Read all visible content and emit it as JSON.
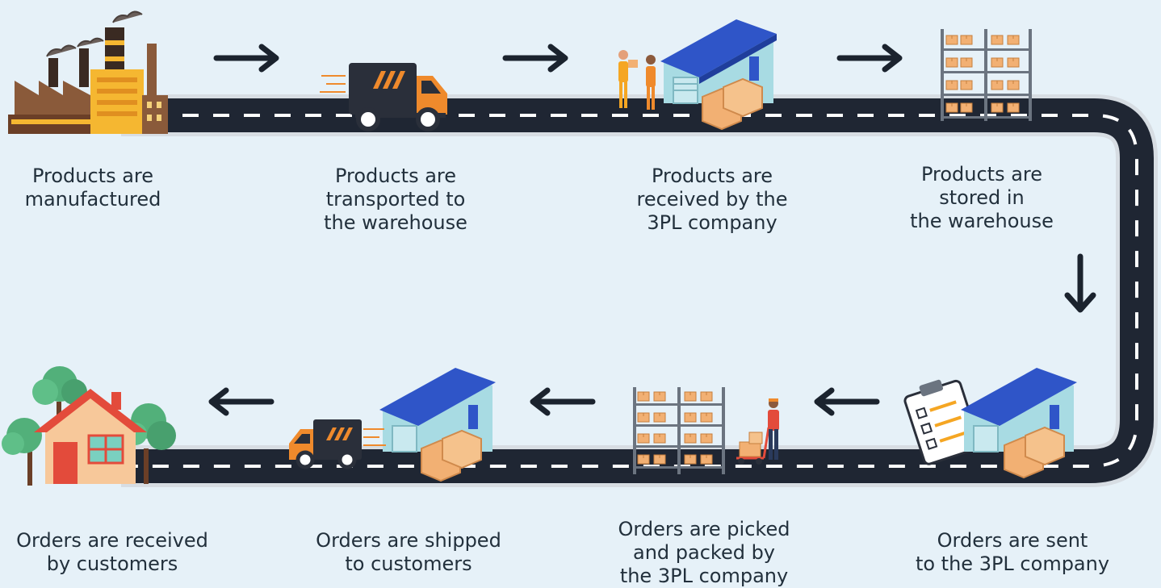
{
  "steps": {
    "manufactured": {
      "label": "Products are\nmanufactured"
    },
    "transported": {
      "label": "Products are\ntransported to\nthe warehouse"
    },
    "received": {
      "label": "Products are\nreceived by the\n3PL company"
    },
    "stored": {
      "label": "Products are\nstored in\nthe warehouse"
    },
    "sent": {
      "label": "Orders are sent\nto the 3PL company"
    },
    "picked": {
      "label": "Orders are picked\nand packed by\nthe 3PL company"
    },
    "shipped": {
      "label": "Orders are shipped\nto customers"
    },
    "delivered": {
      "label": "Orders are received\nby customers"
    }
  },
  "colors": {
    "background": "#e6f1f8",
    "road": "#1f2633",
    "road_edge": "#d7dde3",
    "lane_marking": "#ffffff",
    "arrow": "#1b232e",
    "warehouse_roof": "#2f55c8",
    "warehouse_wall": "#a8dbe3",
    "box": "#f2b073",
    "truck": "#2a2f3a",
    "truck_cab": "#ef8a2c",
    "factory_brown": "#8a5a3a",
    "factory_yellow": "#f5b731",
    "house_wall": "#f7c89a",
    "house_roof": "#e34b3b",
    "tree": "#52b07a"
  },
  "icons": [
    "factory-icon",
    "delivery-truck-icon",
    "workers-handshake-icon",
    "warehouse-icon",
    "storage-shelves-icon",
    "clipboard-checklist-icon",
    "warehouse-worker-trolley-icon",
    "house-icon",
    "trees-icon",
    "arrow-right-icon",
    "arrow-down-icon",
    "arrow-left-icon"
  ]
}
